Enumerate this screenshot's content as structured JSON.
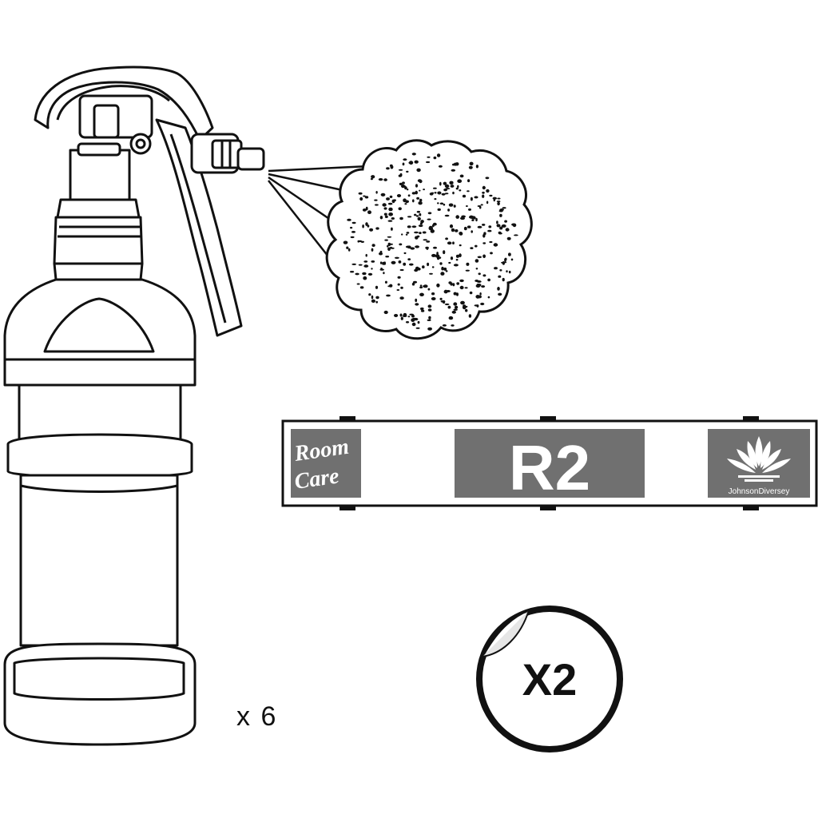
{
  "quantity_label": "x 6",
  "label_strip": {
    "brand_line1": "Room",
    "brand_line2": "Care",
    "product_code": "R2",
    "maker": "JohnsonDiversey",
    "panel_color": "#707070",
    "panel_text_color": "#ffffff"
  },
  "sticker": {
    "count_label": "X2"
  },
  "colors": {
    "outline": "#111111",
    "background": "#ffffff"
  }
}
